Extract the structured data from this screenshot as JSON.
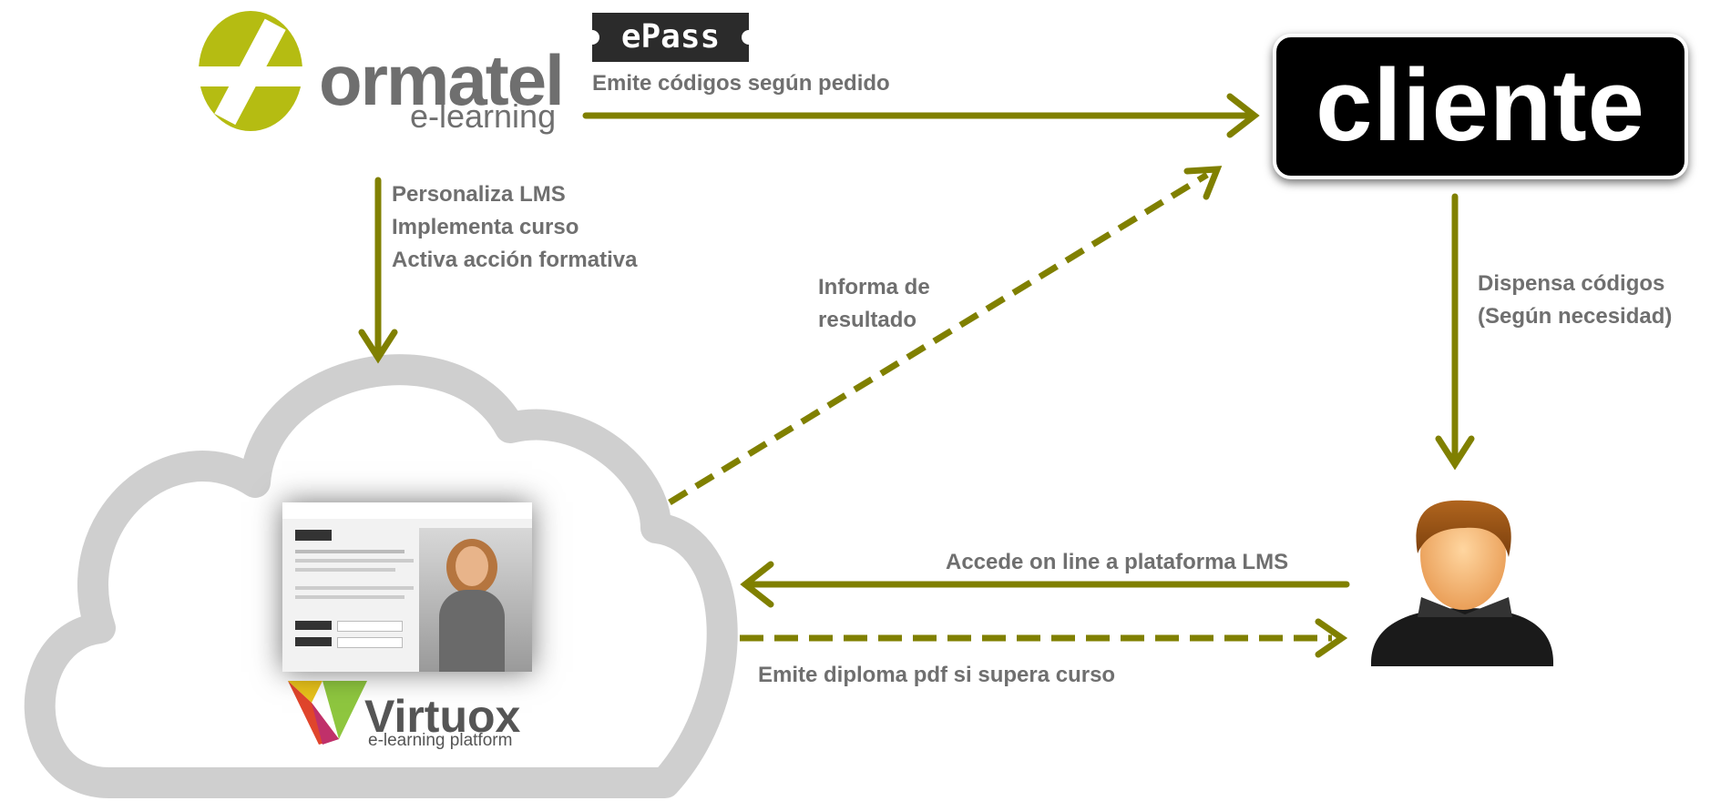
{
  "colors": {
    "arrow": "#808000",
    "cloud": "#cfcfcf",
    "formatel_green": "#b5bc12",
    "label_gray": "#6f6f6f"
  },
  "logos": {
    "formatel_name": "ormatel",
    "formatel_tagline": "e-learning",
    "epass": "ePass",
    "cliente": "cliente",
    "virtuox_name": "Virtuox",
    "virtuox_tagline": "e-learning platform"
  },
  "labels": {
    "emite_codigos": "Emite códigos según pedido",
    "personaliza": "Personaliza LMS\nImplementa curso\nActiva acción formativa",
    "informa": "Informa de\nresultado",
    "dispensa": "Dispensa códigos\n(Según necesidad)",
    "accede": "Accede on line a plataforma LMS",
    "emite_diploma": "Emite diploma pdf si supera curso"
  },
  "icons": [
    "cloud-icon",
    "user-avatar-icon",
    "lms-screenshot-image"
  ]
}
